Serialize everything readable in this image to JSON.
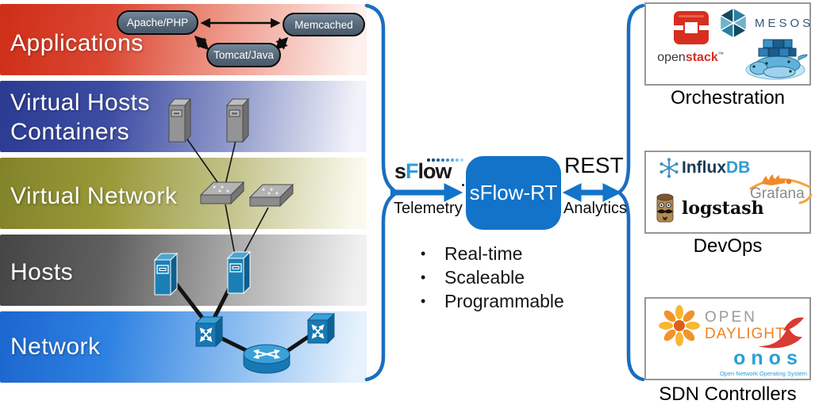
{
  "layers": [
    {
      "line1": "Applications",
      "line2": ""
    },
    {
      "line1": "Virtual Hosts",
      "line2": "Containers"
    },
    {
      "line1": "Virtual Network",
      "line2": ""
    },
    {
      "line1": "Hosts",
      "line2": ""
    },
    {
      "line1": "Network",
      "line2": ""
    }
  ],
  "app_nodes": {
    "apache": "Apache/PHP",
    "memcached": "Memcached",
    "tomcat": "Tomcat/Java"
  },
  "center": {
    "sflow_logo": {
      "part1": "s",
      "part2": "F",
      "part3": "low"
    },
    "telemetry": "Telemetry",
    "box": "sFlow-RT",
    "rest": "REST",
    "analytics": "Analytics",
    "bullets": [
      "Real-time",
      "Scaleable",
      "Programmable"
    ]
  },
  "panels": {
    "orchestration": {
      "label": "Orchestration",
      "openstack": {
        "open": "open",
        "stack": "stack",
        "tm": "™"
      },
      "mesos": "MESOS"
    },
    "devops": {
      "label": "DevOps",
      "influxdb": {
        "influx": "Influx",
        "db": "DB"
      },
      "grafana": "Grafana",
      "logstash": "logstash"
    },
    "sdn": {
      "label": "SDN Controllers",
      "opendaylight": {
        "open": "OPEN",
        "daylight": "DAYLIGHT"
      },
      "onos": {
        "name": "onos",
        "tagline": "Open Network Operating System"
      }
    }
  },
  "icons": {
    "sflow-logo": "sFlow wordmark with blue dot row",
    "left-brace": "blue curly brace grouping layers",
    "right-brace": "blue curly brace grouping panels",
    "server-tower-icon": "3D server tower",
    "virtual-switch-icon": "flat 3D switch box",
    "network-switch-icon": "blue cube with white crossed arrows",
    "router-icon": "blue cylinder with white arrows",
    "openstack-logo": "red 3D square ring",
    "mesos-logo": "blue triangle hexagon",
    "docker-logo": "whales carrying containers",
    "influxdb-logo": "blue snowflake asterisk",
    "grafana-logo": "orange flame lizard over arc",
    "logstash-logo": "log character with mustache",
    "opendaylight-logo": "orange petal starburst",
    "onos-logo": "red bird swoosh"
  },
  "colors": {
    "accent_blue": "#1273c8",
    "band_applications": "#cf2e17",
    "band_virtual_hosts": "#2c3b92",
    "band_virtual_network": "#82822a",
    "band_hosts": "#454545",
    "band_network": "#1b66cf",
    "pill_fill": "#556878",
    "panel_border": "#979797"
  }
}
